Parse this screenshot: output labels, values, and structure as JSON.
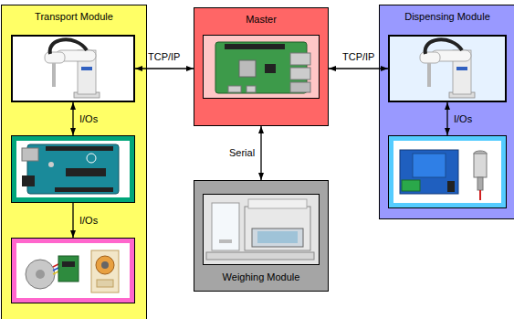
{
  "diagram": {
    "nodes": [
      {
        "text": [
          "Transport Module"
        ]
      },
      {
        "text": [],
        "in": 0
      },
      {
        "text": [],
        "in": 0
      },
      {
        "text": [],
        "in": 0
      },
      {
        "text": [
          "Master"
        ]
      },
      {
        "text": [],
        "in": 4
      },
      {
        "text": [
          "Weighing Module"
        ]
      },
      {
        "text": [],
        "in": 6
      },
      {
        "text": [
          "Dispensing Module"
        ]
      },
      {
        "text": [],
        "in": 8
      },
      {
        "text": [],
        "in": 8
      }
    ],
    "edges": [
      {
        "from": 1,
        "to": 4,
        "arrow": "both",
        "label": "TCP/IP"
      },
      {
        "from": 4,
        "to": 9,
        "arrow": "both",
        "label": "TCP/IP"
      },
      {
        "from": 1,
        "to": 2,
        "arrow": "both",
        "label": "I/Os"
      },
      {
        "from": 2,
        "to": 3,
        "arrow": "to",
        "label": "I/Os"
      },
      {
        "from": 4,
        "to": 6,
        "arrow": "both",
        "label": "Serial"
      },
      {
        "from": 9,
        "to": 10,
        "arrow": "both",
        "label": "I/Os"
      }
    ]
  }
}
